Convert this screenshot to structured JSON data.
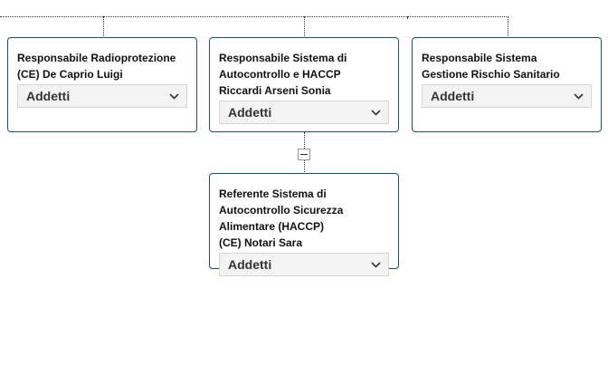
{
  "org_chart": {
    "nodes": [
      {
        "title": "Responsabile Radioprotezione\n(CE) De Caprio Luigi",
        "dropdown_label": "Addetti"
      },
      {
        "title": "Responsabile Sistema di\nAutocontrollo e HACCP\nRiccardi Arseni Sonia",
        "dropdown_label": "Addetti"
      },
      {
        "title": "Responsabile Sistema\nGestione Rischio Sanitario",
        "dropdown_label": "Addetti"
      },
      {
        "title": "Referente Sistema di\nAutocontrollo Sicurezza\nAlimentare (HACCP)\n(CE) Notari Sara",
        "dropdown_label": "Addetti"
      }
    ],
    "colors": {
      "node_border": "#1f4e5f",
      "dropdown_bg": "#f3f3f3",
      "text": "#111111"
    },
    "icons": {
      "dropdown": "chevron-down-icon",
      "toggle": "collapse-minus-icon"
    }
  }
}
